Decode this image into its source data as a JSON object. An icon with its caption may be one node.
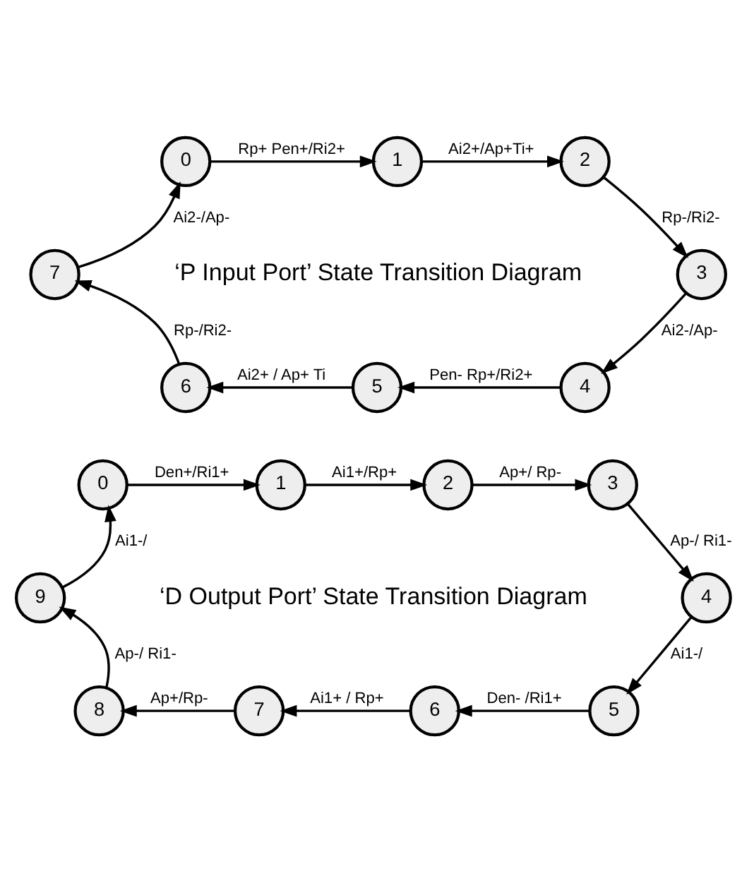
{
  "diagram": {
    "nodes": [
      {
        "text": [
          "0"
        ]
      },
      {
        "text": [
          "1"
        ]
      },
      {
        "text": [
          "2"
        ]
      },
      {
        "text": [
          "3"
        ]
      },
      {
        "text": [
          "4"
        ]
      },
      {
        "text": [
          "5"
        ]
      },
      {
        "text": [
          "6"
        ]
      },
      {
        "text": [
          "7"
        ]
      },
      {
        "text": [
          "0"
        ]
      },
      {
        "text": [
          "1"
        ]
      },
      {
        "text": [
          "2"
        ]
      },
      {
        "text": [
          "3"
        ]
      },
      {
        "text": [
          "4"
        ]
      },
      {
        "text": [
          "5"
        ]
      },
      {
        "text": [
          "6"
        ]
      },
      {
        "text": [
          "7"
        ]
      },
      {
        "text": [
          "8"
        ]
      },
      {
        "text": [
          "9"
        ]
      }
    ],
    "edges": [
      {
        "from": 0,
        "to": 1,
        "arrow": "to",
        "label": "Rp+ Pen+/Ri2+"
      },
      {
        "from": 1,
        "to": 2,
        "arrow": "to",
        "label": "Ai2+/Ap+Ti+"
      },
      {
        "from": 2,
        "to": 3,
        "arrow": "to",
        "label": "Rp-/Ri2-"
      },
      {
        "from": 3,
        "to": 4,
        "arrow": "to",
        "label": "Ai2-/Ap-"
      },
      {
        "from": 4,
        "to": 5,
        "arrow": "to",
        "label": "Pen- Rp+/Ri2+"
      },
      {
        "from": 5,
        "to": 6,
        "arrow": "to",
        "label": "Ai2+ / Ap+ Ti"
      },
      {
        "from": 6,
        "to": 7,
        "arrow": "to",
        "label": "Rp-/Ri2-"
      },
      {
        "from": 7,
        "to": 0,
        "arrow": "to",
        "label": "Ai2-/Ap-"
      },
      {
        "from": 8,
        "to": 9,
        "arrow": "to",
        "label": "Den+/Ri1+"
      },
      {
        "from": 9,
        "to": 10,
        "arrow": "to",
        "label": "Ai1+/Rp+"
      },
      {
        "from": 10,
        "to": 11,
        "arrow": "to",
        "label": "Ap+/ Rp-"
      },
      {
        "from": 11,
        "to": 12,
        "arrow": "to",
        "label": "Ap-/ Ri1-"
      },
      {
        "from": 12,
        "to": 13,
        "arrow": "to",
        "label": "Ai1-/"
      },
      {
        "from": 13,
        "to": 14,
        "arrow": "to",
        "label": "Den- /Ri1+"
      },
      {
        "from": 14,
        "to": 15,
        "arrow": "to",
        "label": "Ai1+ / Rp+"
      },
      {
        "from": 15,
        "to": 16,
        "arrow": "to",
        "label": "Ap+/Rp-"
      },
      {
        "from": 16,
        "to": 17,
        "arrow": "to",
        "label": "Ap-/ Ri1-"
      },
      {
        "from": 17,
        "to": 8,
        "arrow": "to",
        "label": "Ai1-/"
      }
    ],
    "labels": [
      "‘P Input Port’ State Transition Diagram",
      "‘D Output Port’ State Transition Diagram"
    ]
  }
}
